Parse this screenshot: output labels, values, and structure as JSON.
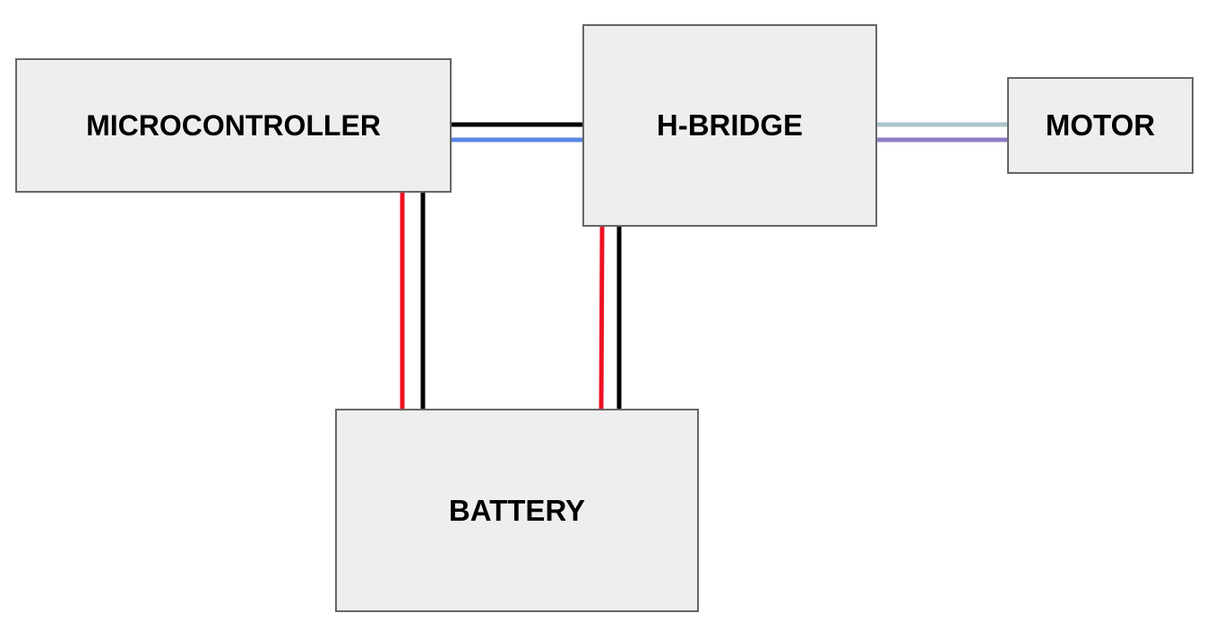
{
  "blocks": {
    "microcontroller": "MICROCONTROLLER",
    "hbridge": "H-BRIDGE",
    "motor": "MOTOR",
    "battery": "BATTERY"
  },
  "colors": {
    "block_fill": "#eeeeee",
    "block_border": "#666666",
    "wire_black": "#000000",
    "wire_blue": "#5b86e5",
    "wire_red": "#ee1122",
    "wire_teal": "#a9c6c9",
    "wire_purple": "#8e7cc3"
  },
  "connections": [
    {
      "from": "microcontroller",
      "to": "hbridge",
      "wires": [
        "wire_black",
        "wire_blue"
      ]
    },
    {
      "from": "hbridge",
      "to": "motor",
      "wires": [
        "wire_teal",
        "wire_purple"
      ]
    },
    {
      "from": "microcontroller",
      "to": "battery",
      "wires": [
        "wire_red",
        "wire_black"
      ]
    },
    {
      "from": "hbridge",
      "to": "battery",
      "wires": [
        "wire_red",
        "wire_black"
      ]
    }
  ]
}
